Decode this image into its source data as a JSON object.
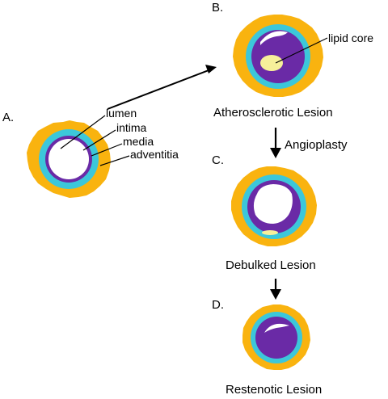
{
  "panels": {
    "a": {
      "letter": "A."
    },
    "b": {
      "letter": "B.",
      "caption": "Atherosclerotic Lesion"
    },
    "c": {
      "letter": "C.",
      "caption": "Debulked Lesion"
    },
    "d": {
      "letter": "D.",
      "caption": "Restenotic Lesion"
    }
  },
  "layer_labels": {
    "lumen": "lumen",
    "intima": "intima",
    "media": "media",
    "adventitia": "adventitia",
    "lipid_core": "lipid core"
  },
  "steps": {
    "angioplasty": "Angioplasty"
  },
  "colors": {
    "adventitia": "#f9b30f",
    "media": "#3cc7da",
    "intima": "#6a2aa6",
    "lumen": "#ffffff",
    "lipid_core": "#f6ef9a",
    "outline": "#000000"
  }
}
